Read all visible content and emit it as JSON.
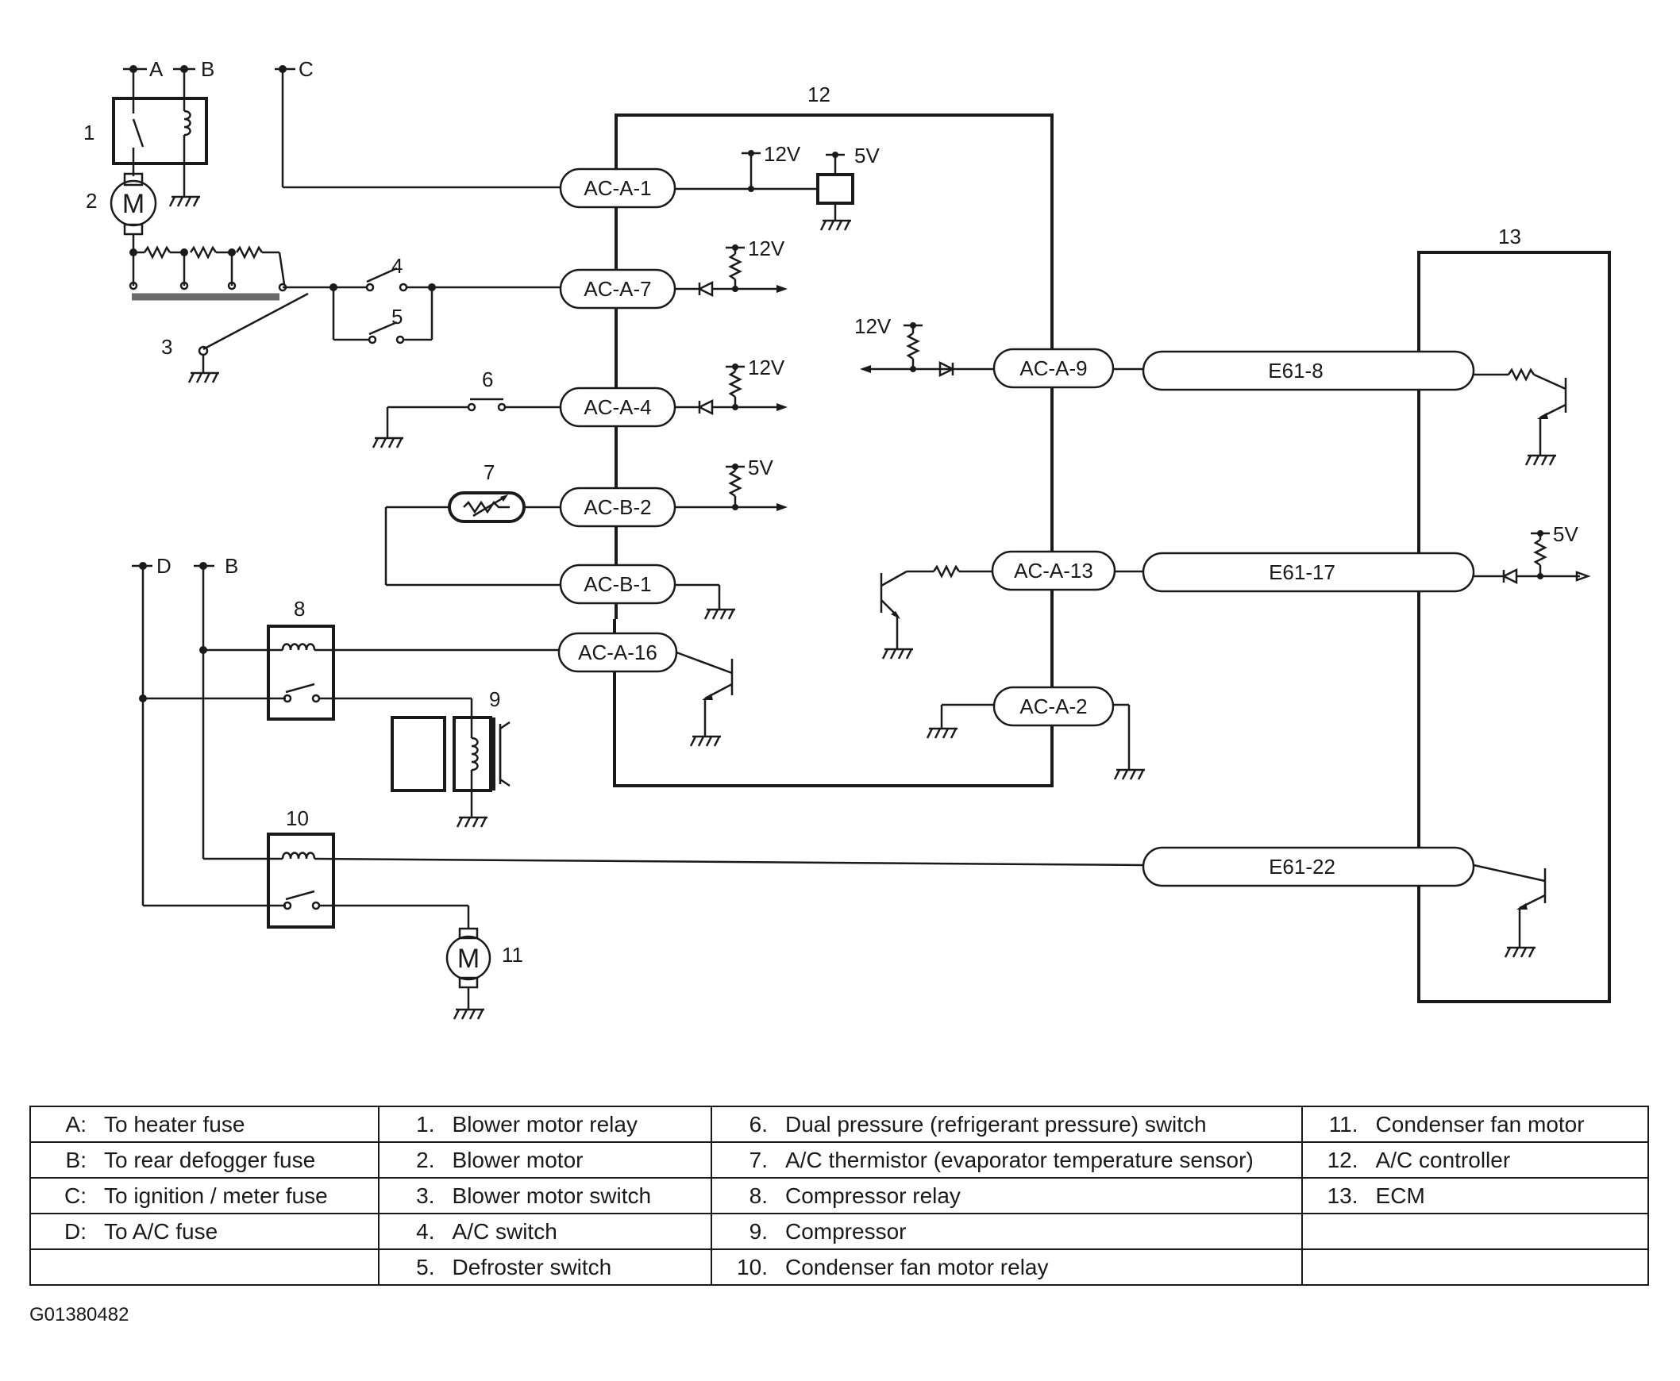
{
  "diagram": {
    "terminals": {
      "A": "A",
      "B": "B",
      "C": "C",
      "D": "D",
      "B2": "B"
    },
    "voltages": {
      "v12a": "12V",
      "v5a": "5V",
      "v12b": "12V",
      "v12c": "12V",
      "v12d": "12V",
      "v5b": "5V",
      "v5c": "5V"
    },
    "connectors": {
      "ac_a_1": "AC-A-1",
      "ac_a_7": "AC-A-7",
      "ac_a_4": "AC-A-4",
      "ac_b_2": "AC-B-2",
      "ac_b_1": "AC-B-1",
      "ac_a_16": "AC-A-16",
      "ac_a_9": "AC-A-9",
      "ac_a_13": "AC-A-13",
      "ac_a_2": "AC-A-2",
      "e61_8": "E61-8",
      "e61_17": "E61-17",
      "e61_22": "E61-22"
    },
    "numbers": {
      "n1": "1",
      "n2": "2",
      "n3": "3",
      "n4": "4",
      "n5": "5",
      "n6": "6",
      "n7": "7",
      "n8": "8",
      "n9": "9",
      "n10": "10",
      "n11": "11",
      "n12": "12",
      "n13": "13"
    },
    "motor_label": "M"
  },
  "legend": {
    "col1": [
      {
        "key": "A:",
        "text": "To heater fuse"
      },
      {
        "key": "B:",
        "text": "To rear defogger fuse"
      },
      {
        "key": "C:",
        "text": "To ignition / meter fuse"
      },
      {
        "key": "D:",
        "text": "To A/C fuse"
      }
    ],
    "col2": [
      {
        "key": "1.",
        "text": "Blower motor relay"
      },
      {
        "key": "2.",
        "text": "Blower motor"
      },
      {
        "key": "3.",
        "text": "Blower motor switch"
      },
      {
        "key": "4.",
        "text": "A/C switch"
      },
      {
        "key": "5.",
        "text": "Defroster switch"
      }
    ],
    "col3": [
      {
        "key": "6.",
        "text": "Dual pressure (refrigerant pressure) switch"
      },
      {
        "key": "7.",
        "text": "A/C thermistor (evaporator temperature sensor)"
      },
      {
        "key": "8.",
        "text": "Compressor relay"
      },
      {
        "key": "9.",
        "text": "Compressor"
      },
      {
        "key": "10.",
        "text": "Condenser fan motor relay"
      }
    ],
    "col4": [
      {
        "key": "11.",
        "text": "Condenser fan motor"
      },
      {
        "key": "12.",
        "text": "A/C controller"
      },
      {
        "key": "13.",
        "text": "ECM"
      }
    ]
  },
  "figure_id": "G01380482"
}
